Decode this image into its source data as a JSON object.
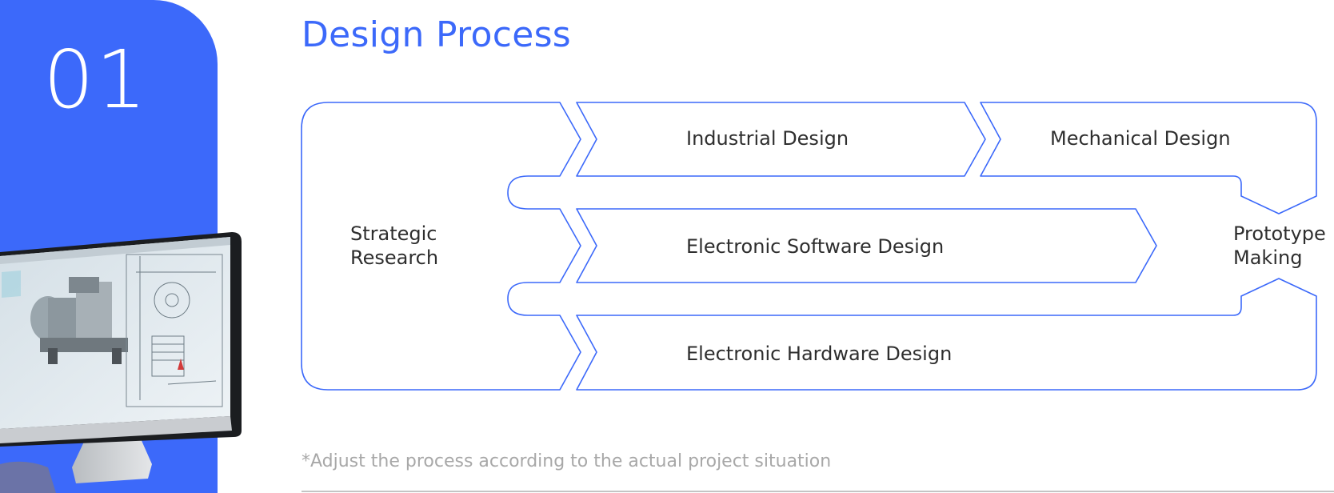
{
  "section": {
    "number": "01"
  },
  "header": {
    "title": "Design Process"
  },
  "diagram": {
    "stages": {
      "strategic_research": [
        "Strategic",
        "Research"
      ],
      "industrial_design": "Industrial Design",
      "mechanical_design": "Mechanical Design",
      "electronic_software_design": "Electronic Software Design",
      "electronic_hardware_design": "Electronic Hardware Design",
      "prototype_making": [
        "Prototype",
        "Making"
      ]
    }
  },
  "footer": {
    "note": "*Adjust the process according to the actual project situation"
  },
  "colors": {
    "accent": "#3c69fa",
    "title": "#3c69fa",
    "text": "#2e2e2e",
    "note": "#a8a8a8",
    "rule": "#c4c4c4"
  },
  "icons": {
    "monitor": "computer-monitor-cad-illustration"
  }
}
